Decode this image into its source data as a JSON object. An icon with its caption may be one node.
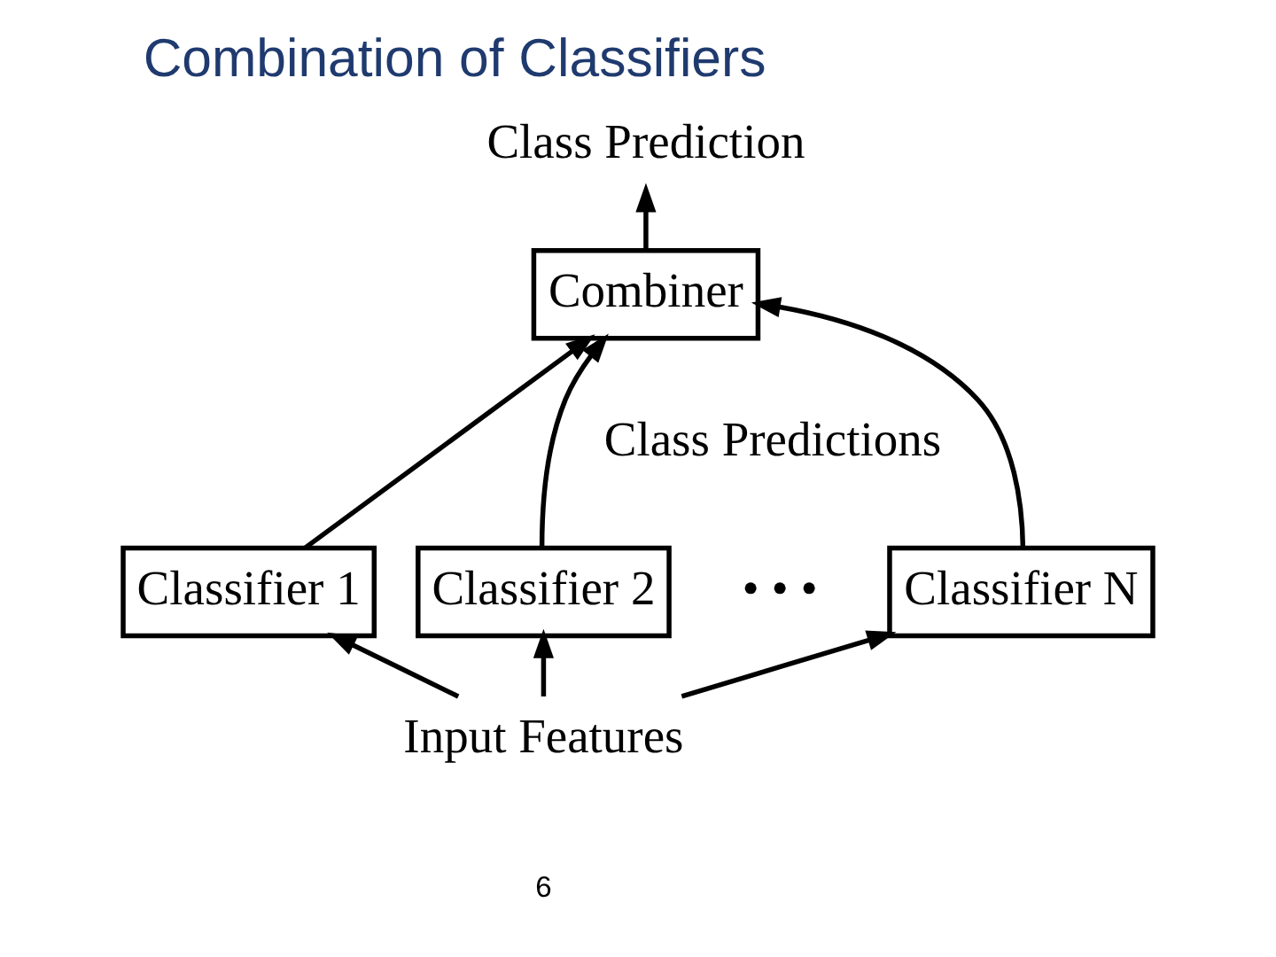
{
  "diagram": {
    "title": "Combination of Classifiers",
    "nodes": [
      {
        "text": [
          "Class Prediction"
        ]
      },
      {
        "text": [
          "Combiner"
        ]
      },
      {
        "text": [
          "Classifier 1"
        ]
      },
      {
        "text": [
          "Classifier 2"
        ]
      },
      {
        "text": [
          "Classifier N"
        ]
      },
      {
        "text": [
          "Input Features"
        ]
      }
    ],
    "edges": [
      {
        "from": 1,
        "to": 0,
        "arrow": "to"
      },
      {
        "from": 2,
        "to": 1,
        "arrow": "to"
      },
      {
        "from": 3,
        "to": 1,
        "arrow": "to"
      },
      {
        "from": 4,
        "to": 1,
        "arrow": "to"
      },
      {
        "from": 5,
        "to": 2,
        "arrow": "to"
      },
      {
        "from": 5,
        "to": 3,
        "arrow": "to"
      },
      {
        "from": 5,
        "to": 4,
        "arrow": "to"
      }
    ],
    "labels": [
      "Class Predictions",
      "• • •",
      "6"
    ]
  }
}
